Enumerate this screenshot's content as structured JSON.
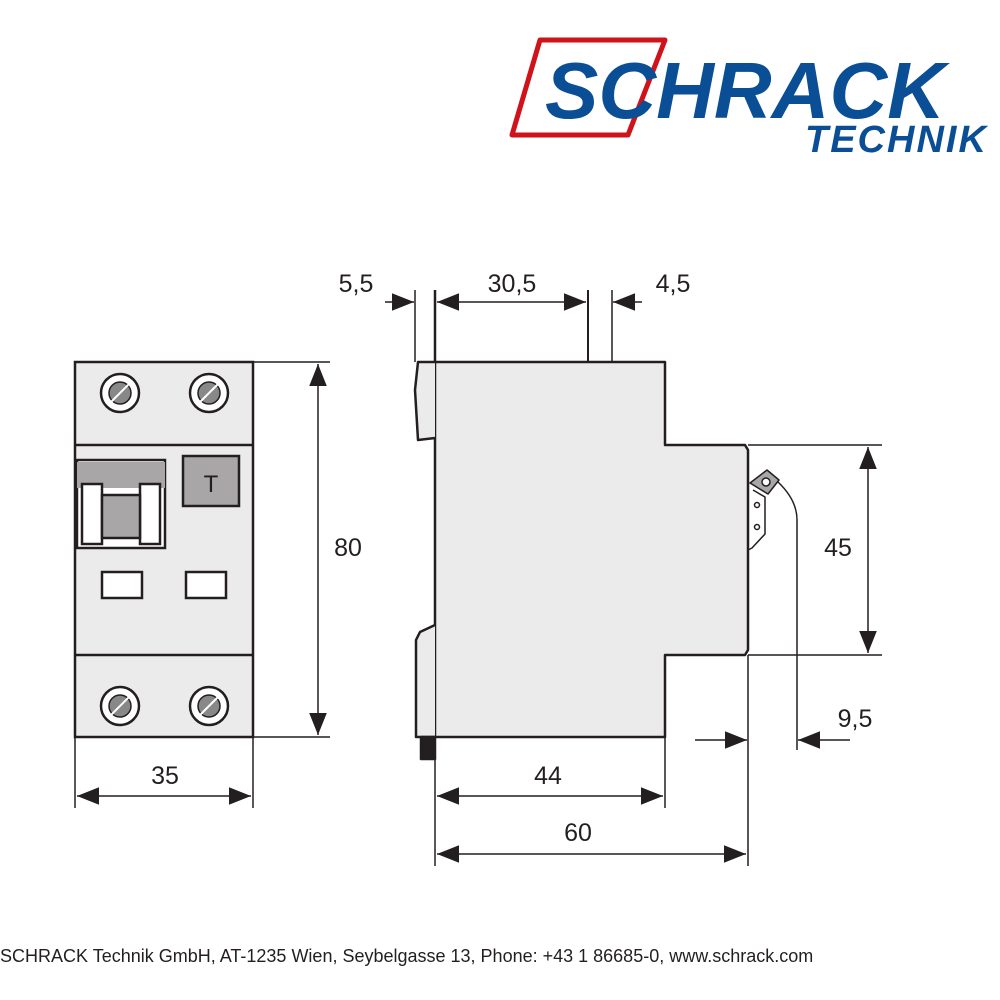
{
  "logo": {
    "brand": "SCHRACK",
    "sub": "TECHNIK",
    "colors": {
      "blue": "#0a4f96",
      "red": "#d0121b"
    }
  },
  "front_view": {
    "test_button_label": "T",
    "dims": {
      "height": "80",
      "width": "35"
    }
  },
  "side_view": {
    "dims": {
      "clip": "5,5",
      "top_span": "30,5",
      "top_gap": "4,5",
      "step_height": "45",
      "front_offset": "9,5",
      "depth_body": "44",
      "depth_total": "60"
    }
  },
  "footer": {
    "text": "SCHRACK Technik GmbH, AT-1235 Wien, Seybelgasse 13, Phone: +43 1 86685-0, www.schrack.com"
  }
}
